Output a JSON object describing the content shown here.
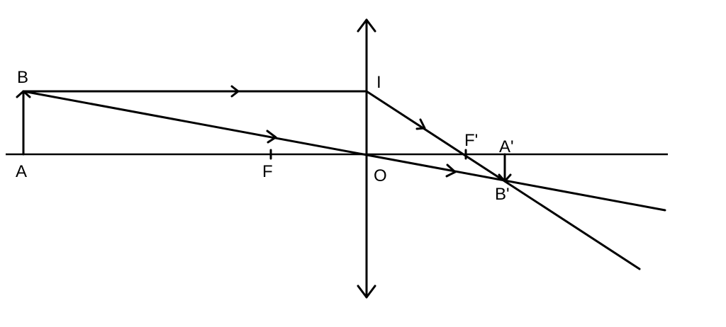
{
  "labels": {
    "object_top": "B",
    "object_base": "A",
    "focus_object_side": "F",
    "optical_center": "O",
    "lens_point": "I",
    "focus_image_side": "F'",
    "image_base": "A'",
    "image_top": "B'"
  },
  "colors": {
    "line": "#000000",
    "background": "#ffffff"
  }
}
